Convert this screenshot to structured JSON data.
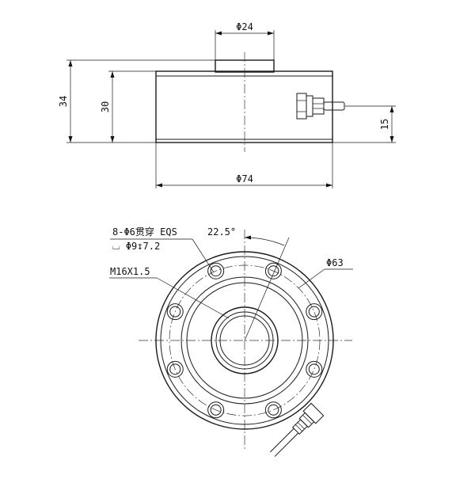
{
  "side_view": {
    "dim_top_diameter": "Φ24",
    "dim_total_height": "34",
    "dim_body_height": "30",
    "dim_connector_height": "15",
    "dim_body_diameter": "Φ74"
  },
  "top_view": {
    "note_holes": "8-Φ6贯穿 EQS",
    "note_counterbore": "⌴ Φ9↧7.2",
    "note_angle": "22.5°",
    "note_thread": "M16X1.5",
    "note_bolt_circle": "Φ63"
  }
}
